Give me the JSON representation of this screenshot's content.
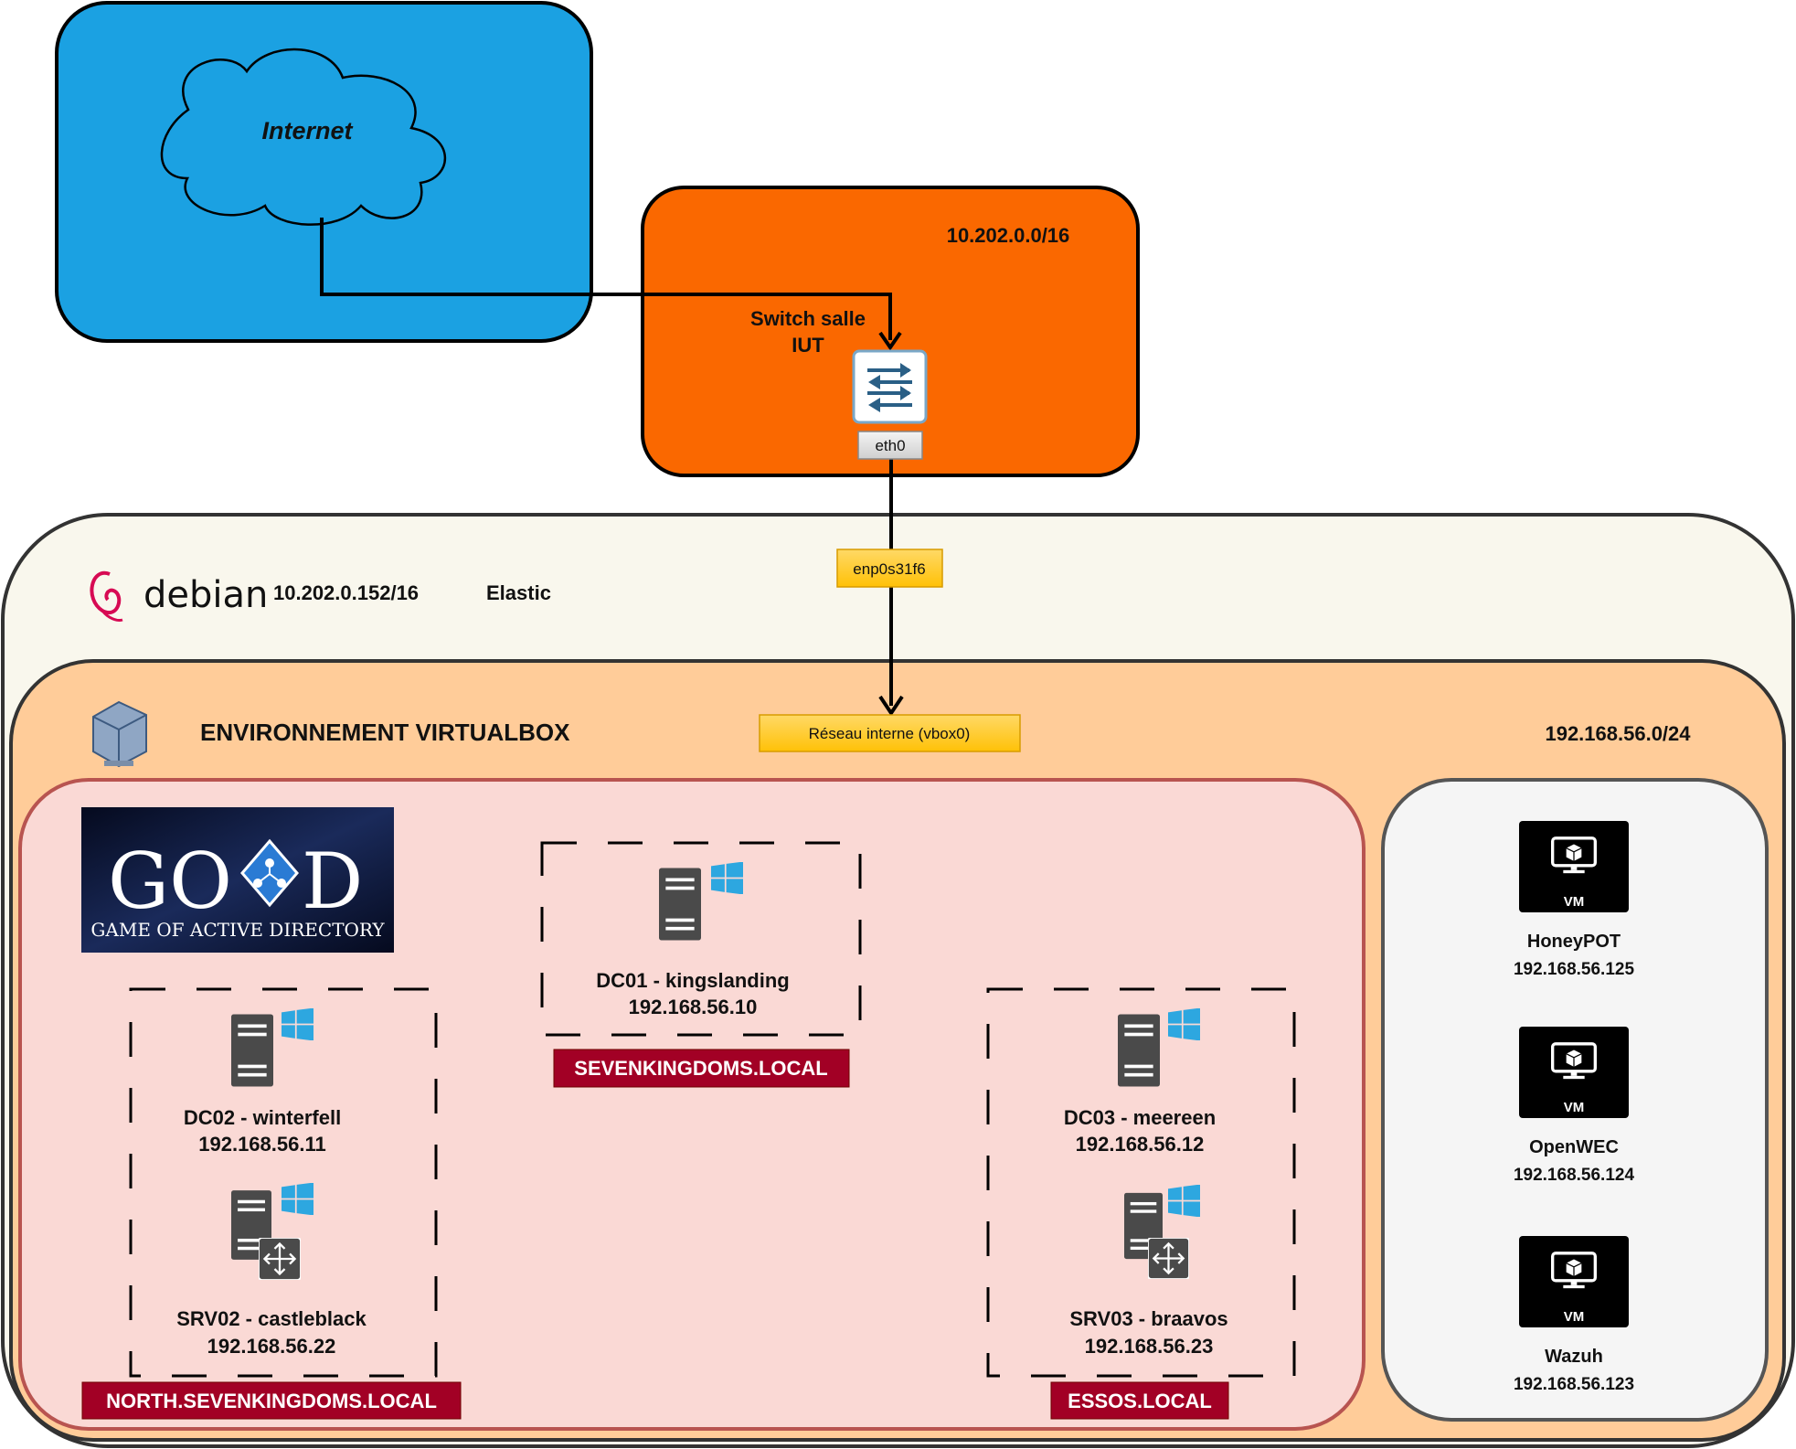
{
  "internet": {
    "label": "Internet"
  },
  "switch_zone": {
    "subnet": "10.202.0.0/16",
    "switch_label_line1": "Switch salle",
    "switch_label_line2": "IUT",
    "port": "eth0"
  },
  "host": {
    "logo_text": "debian",
    "ip": "10.202.0.152/16",
    "name": "Elastic",
    "interface": "enp0s31f6"
  },
  "virtualbox": {
    "title": "ENVIRONNEMENT VIRTUALBOX",
    "network": "Réseau interne (vbox0)",
    "subnet": "192.168.56.0/24"
  },
  "goad": {
    "logo_left": "GO",
    "logo_right": "D",
    "logo_subtitle": "GAME OF ACTIVE DIRECTORY"
  },
  "domains": {
    "sevenkingdoms": {
      "tag": "SEVENKINGDOMS.LOCAL",
      "servers": [
        {
          "name": "DC01 - kingslanding",
          "ip": "192.168.56.10"
        }
      ]
    },
    "north": {
      "tag": "NORTH.SEVENKINGDOMS.LOCAL",
      "servers": [
        {
          "name": "DC02 - winterfell",
          "ip": "192.168.56.11"
        },
        {
          "name": "SRV02 - castleblack",
          "ip": "192.168.56.22"
        }
      ]
    },
    "essos": {
      "tag": "ESSOS.LOCAL",
      "servers": [
        {
          "name": "DC03 - meereen",
          "ip": "192.168.56.12"
        },
        {
          "name": "SRV03 - braavos",
          "ip": "192.168.56.23"
        }
      ]
    }
  },
  "vms": [
    {
      "badge": "VM",
      "name": "HoneyPOT",
      "ip": "192.168.56.125"
    },
    {
      "badge": "VM",
      "name": "OpenWEC",
      "ip": "192.168.56.124"
    },
    {
      "badge": "VM",
      "name": "Wazuh",
      "ip": "192.168.56.123"
    }
  ],
  "colors": {
    "internet_fill": "#1BA1E2",
    "switch_zone_fill": "#FA6800",
    "debian_fill": "#F9F7ED",
    "virtualbox_fill": "#FFCC99",
    "goad_fill": "#FAD9D5",
    "vm_panel_fill": "#F5F5F5",
    "domain_tag": "#A20025",
    "interface_tag": "#FFCD28",
    "debian_red": "#D70A53"
  }
}
